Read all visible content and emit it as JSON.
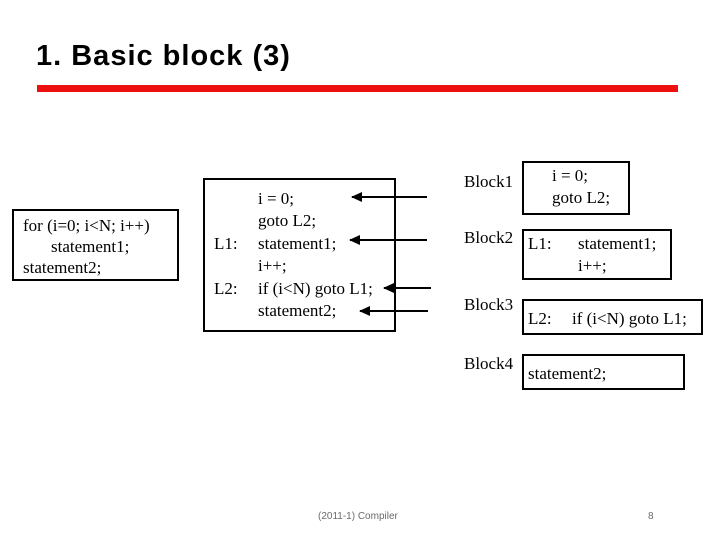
{
  "title": "1. Basic block (3)",
  "colors": {
    "accent_bar": "#ee0f0f",
    "text": "#000000",
    "footer_text": "#6b6b6b",
    "background": "#ffffff"
  },
  "source_box": {
    "lines": [
      "for (i=0; i<N; i++)",
      "statement1;",
      "statement2;"
    ]
  },
  "code_box": {
    "lines": [
      {
        "label": "",
        "code": "i = 0;"
      },
      {
        "label": "",
        "code": "goto L2;"
      },
      {
        "label": "L1:",
        "code": "statement1;"
      },
      {
        "label": "",
        "code": "i++;"
      },
      {
        "label": "L2:",
        "code": "if (i<N) goto L1;"
      },
      {
        "label": "",
        "code": "statement2;"
      }
    ]
  },
  "blocks": [
    {
      "name": "Block1",
      "lines": [
        {
          "label": "",
          "code": "i = 0;"
        },
        {
          "label": "",
          "code": "goto L2;"
        }
      ]
    },
    {
      "name": "Block2",
      "lines": [
        {
          "label": "L1:",
          "code": "statement1;"
        },
        {
          "label": "",
          "code": "i++;"
        }
      ]
    },
    {
      "name": "Block3",
      "lines": [
        {
          "label": "L2:",
          "code": "if (i<N) goto L1;"
        }
      ]
    },
    {
      "name": "Block4",
      "lines": [
        {
          "label": "",
          "code": "statement2;"
        }
      ]
    }
  ],
  "footer": {
    "left": "(2011-1) Compiler",
    "page": "8"
  }
}
